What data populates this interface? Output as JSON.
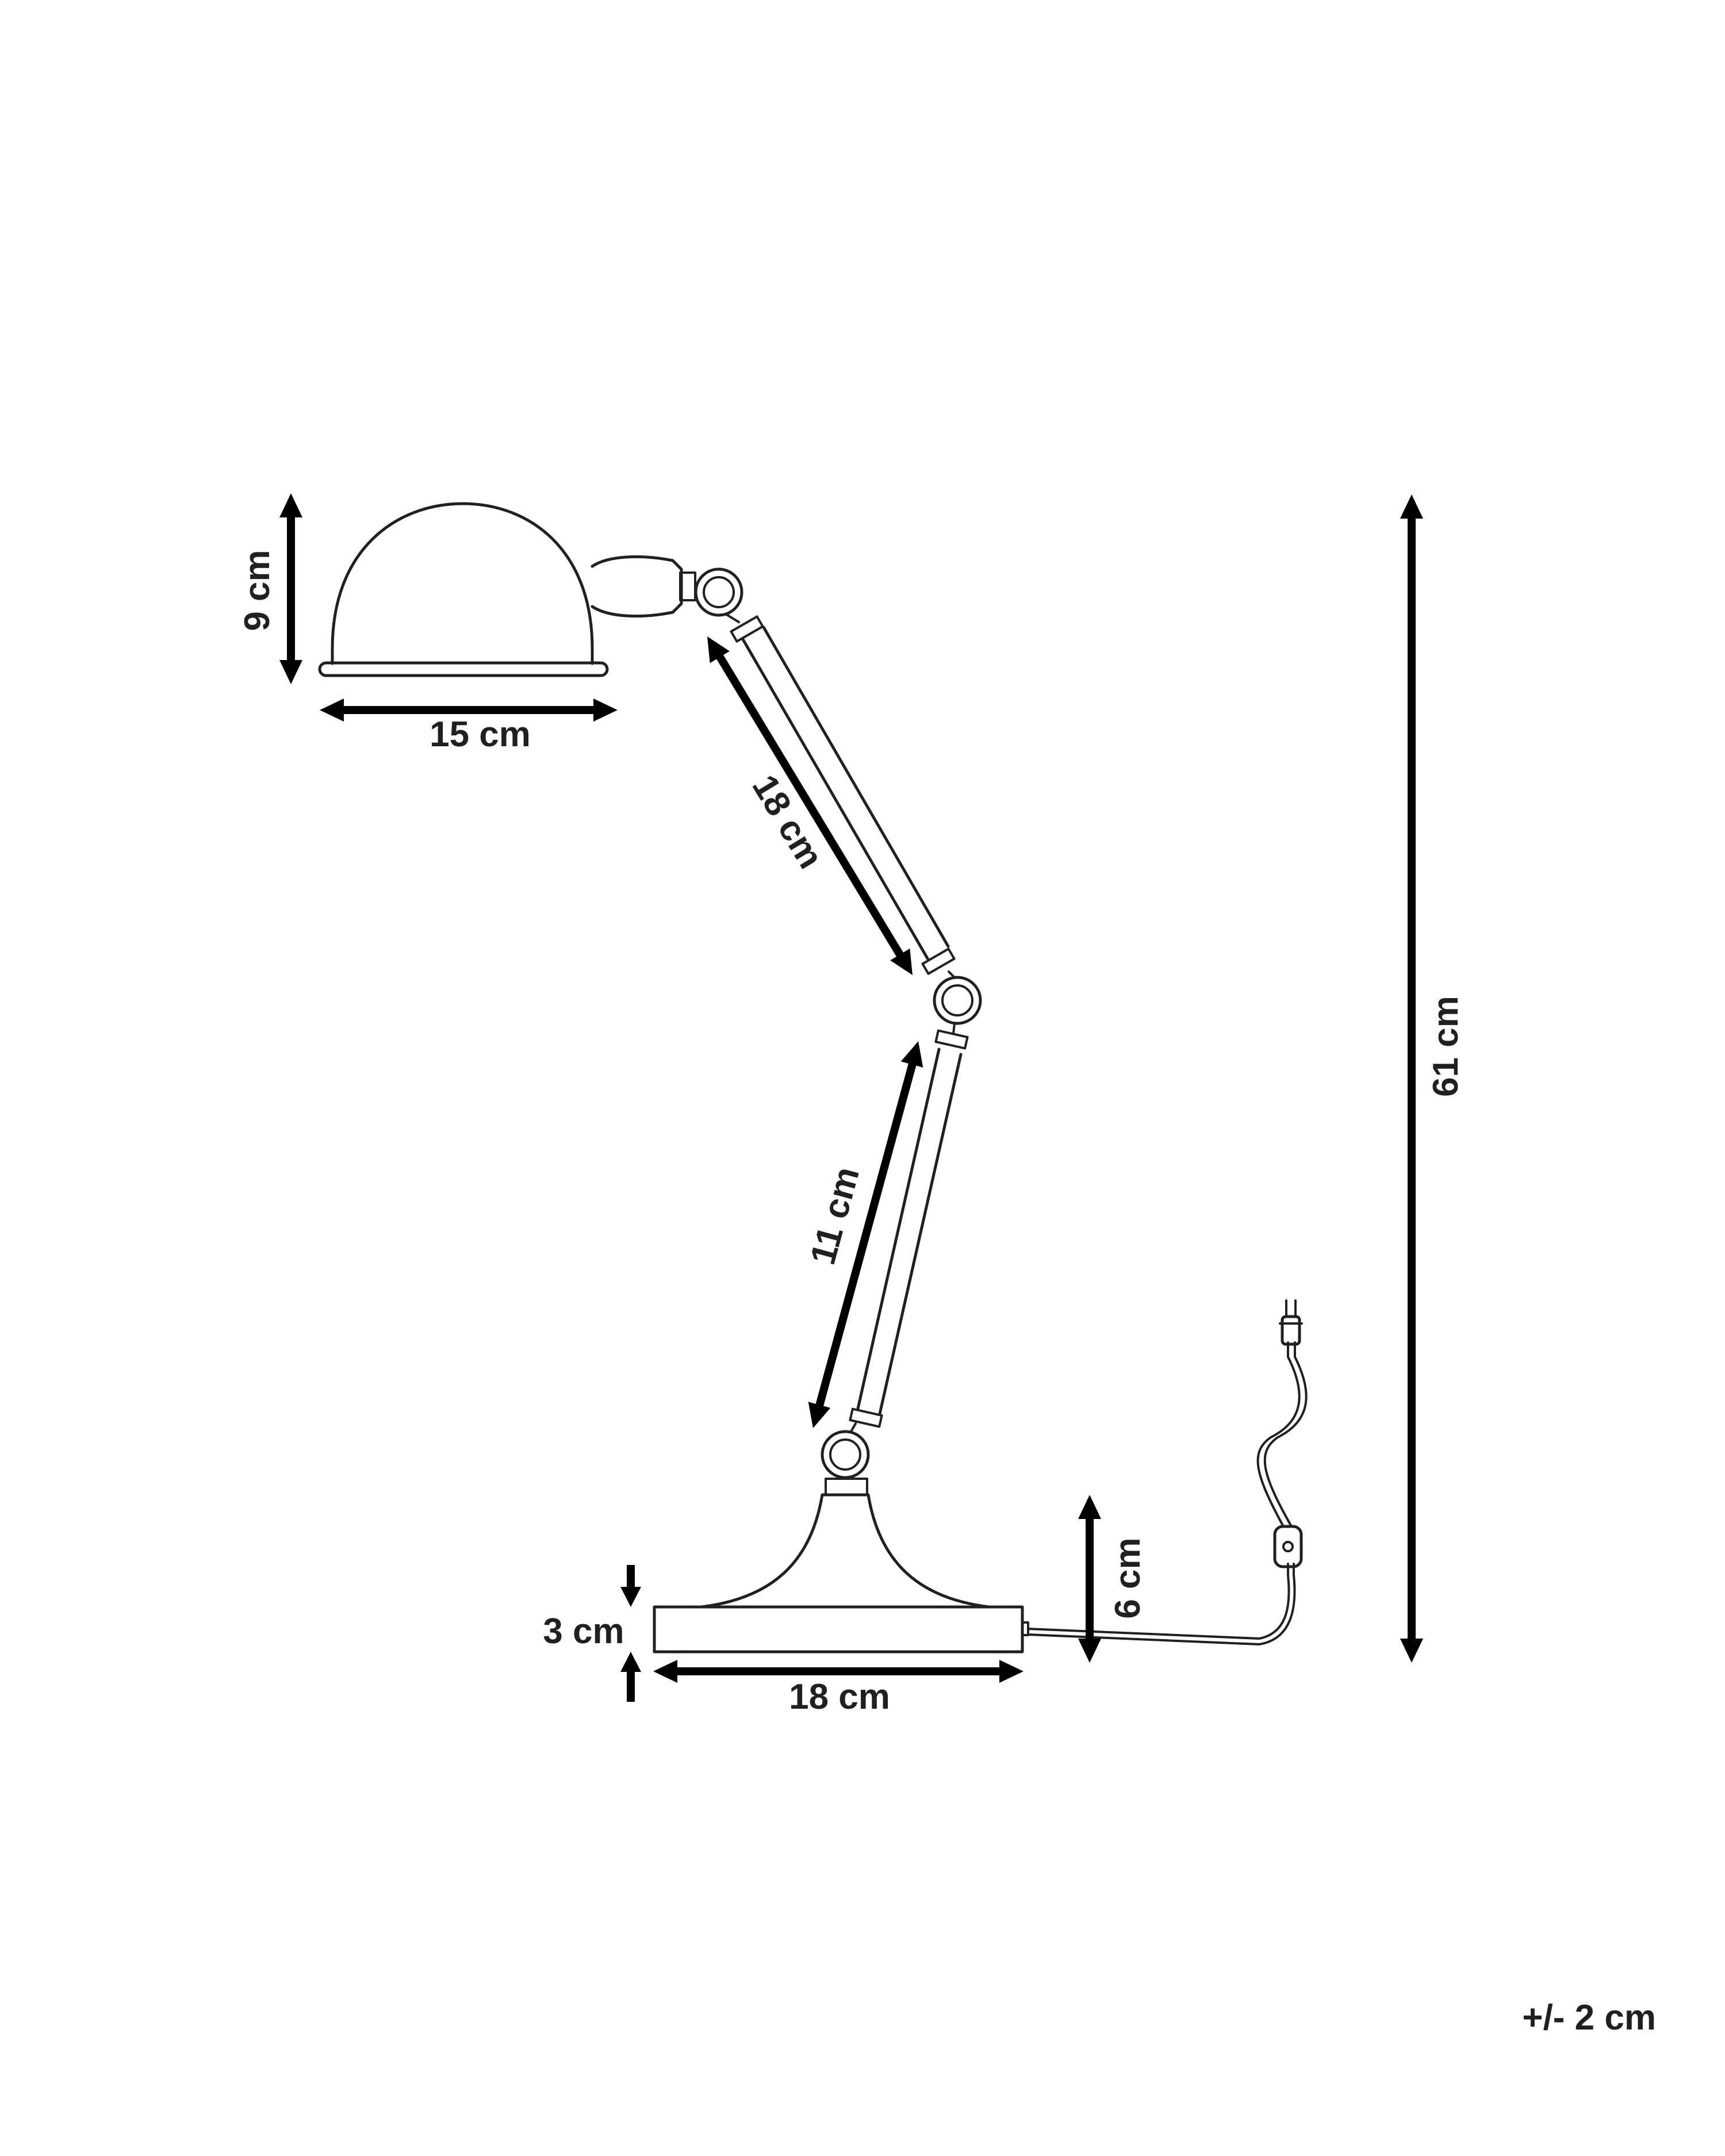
{
  "dimensions": {
    "shade_height": "9 cm",
    "shade_width": "15 cm",
    "upper_arm": "18 cm",
    "lower_arm": "11 cm",
    "total_height": "61 cm",
    "stand_height": "6 cm",
    "base_thickness": "3 cm",
    "base_width": "18 cm"
  },
  "tolerance": "+/- 2 cm",
  "colors": {
    "stroke": "#231f20",
    "arrow": "#000000",
    "background": "#ffffff"
  }
}
